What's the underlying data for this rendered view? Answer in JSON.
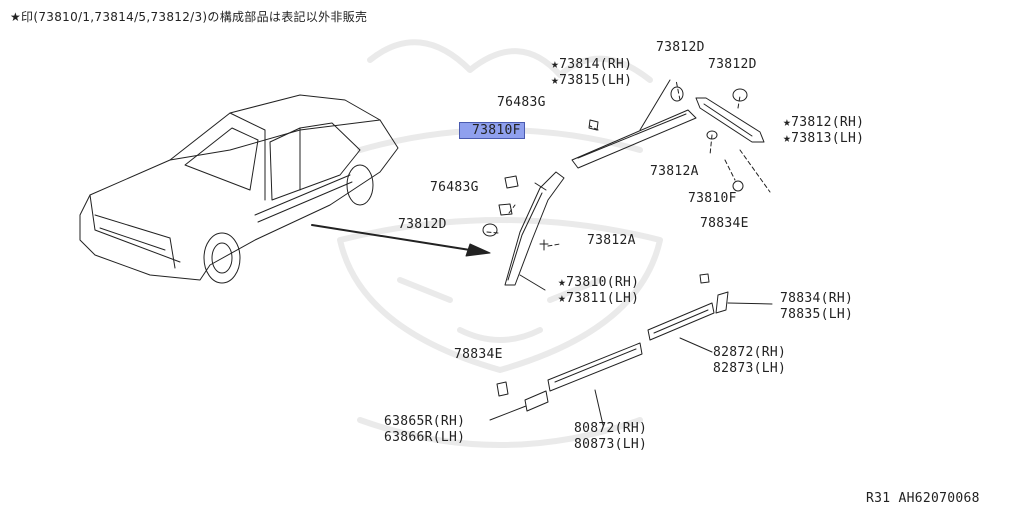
{
  "header_note": "★印(73810/1,73814/5,73812/3)の構成部品は表記以外非販売",
  "footer_ref": "R31  AH62070068",
  "highlight_color": "#8fa0ee",
  "watermark": "samurai-helmet-logo",
  "parts": {
    "p73814": "★73814(RH)",
    "p73815": "★73815(LH)",
    "p73812d_top": "73812D",
    "p73812d_right": "73812D",
    "p76483g_top": "76483G",
    "p73810f_hl": "73810F",
    "p73812_rh": "★73812(RH)",
    "p73813_lh": "★73813(LH)",
    "p73812a_top": "73812A",
    "p76483g_mid": "76483G",
    "p73810f_right": "73810F",
    "p73812d_left": "73812D",
    "p73812a_mid": "73812A",
    "p78834e_top": "78834E",
    "p73810_rh": "★73810(RH)",
    "p73811_lh": "★73811(LH)",
    "p78834_rh": "78834(RH)",
    "p78835_lh": "78835(LH)",
    "p78834e_bot": "78834E",
    "p82872_rh": "82872(RH)",
    "p82873_lh": "82873(LH)",
    "p63865r_rh": "63865R(RH)",
    "p63866r_lh": "63866R(LH)",
    "p80872_rh": "80872(RH)",
    "p80873_lh": "80873(LH)"
  }
}
